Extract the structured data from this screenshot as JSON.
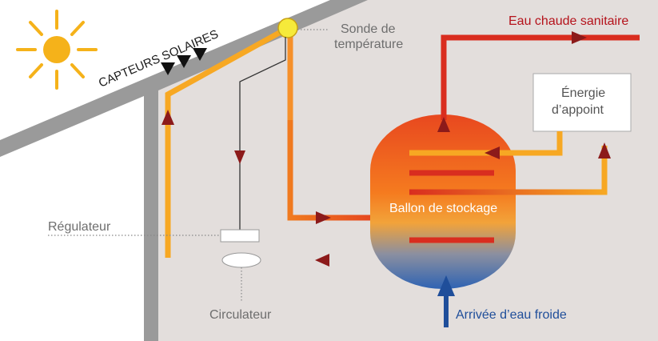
{
  "labels": {
    "solar_collectors": "CAPTEURS SOLAIRES",
    "temp_probe_line1": "Sonde de",
    "temp_probe_line2": "température",
    "hot_water": "Eau chaude sanitaire",
    "backup_line1": "Énergie",
    "backup_line2": "d’appoint",
    "storage_tank": "Ballon de stockage",
    "regulator": "Régulateur",
    "circulator": "Circulateur",
    "cold_water_inlet": "Arrivée d’eau froide"
  },
  "colors": {
    "background": "#e3dedc",
    "roof_wall": "#9a9a9a",
    "sun": "#f5b21a",
    "solar_loop": "#f7a823",
    "hot_pipe": "#d92d1f",
    "arrow_dark_red": "#8c1a1a",
    "cold_arrow": "#1f4e9a",
    "tank_top": "#e8481f",
    "tank_bottom": "#2e63b3"
  },
  "icons": [
    "sun-icon",
    "collector-triangle-icon",
    "flow-arrow-icon",
    "temperature-probe-icon",
    "circulator-pump-icon",
    "regulator-box-icon"
  ]
}
